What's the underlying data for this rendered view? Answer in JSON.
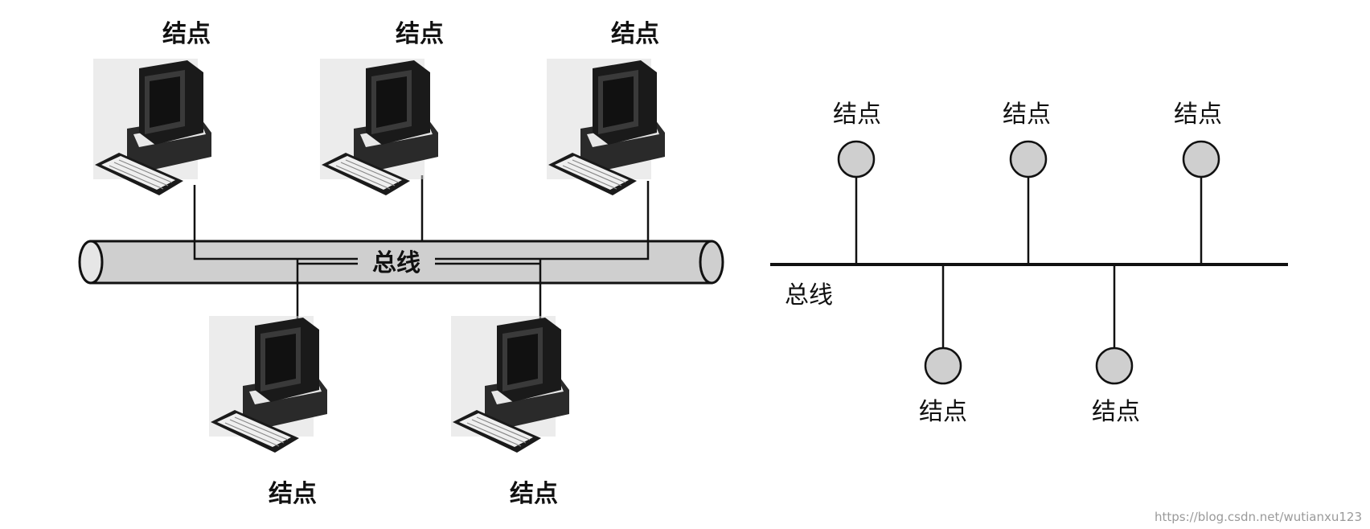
{
  "left_diagram": {
    "bus_label": "总线",
    "node_labels": [
      "结点",
      "结点",
      "结点",
      "结点",
      "结点"
    ]
  },
  "right_diagram": {
    "bus_label": "总线",
    "node_labels": [
      "结点",
      "结点",
      "结点",
      "结点",
      "结点"
    ]
  },
  "watermark": "https://blog.csdn.net/wutianxu123",
  "colors": {
    "bus_fill": "#cfcfcf",
    "node_fill": "#cfcfcf",
    "line": "#111111",
    "monitor": "#1a1a1a"
  }
}
